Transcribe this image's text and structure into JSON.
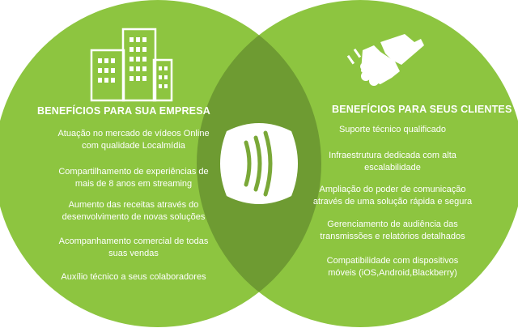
{
  "left": {
    "heading": "BENEFÍCIOS PARA SUA EMPRESA",
    "items": [
      {
        "line1": "Atuação no mercado de vídeos Online",
        "line2": "com qualidade Localmídia"
      },
      {
        "line1": "Compartilhamento de experiências de",
        "line2": "mais de 8 anos em streaming"
      },
      {
        "line1": "Aumento das receitas através do",
        "line2": "desenvolvimento de novas soluções"
      },
      {
        "line1": "Acompanhamento comercial de todas",
        "line2": "suas vendas"
      },
      {
        "line1": "Auxílio técnico a seus colaboradores",
        "line2": ""
      }
    ],
    "icon": "buildings-icon"
  },
  "right": {
    "heading": "BENEFÍCIOS PARA SEUS CLIENTES",
    "items": [
      {
        "line1": "Suporte técnico qualificado",
        "line2": ""
      },
      {
        "line1": "Infraestrutura dedicada com alta",
        "line2": "escalabilidade"
      },
      {
        "line1": "Ampliação do poder de comunicação",
        "line2": "através de uma solução rápida e segura"
      },
      {
        "line1": "Gerenciamento de audiência das",
        "line2": "transmissões e relatórios detalhados"
      },
      {
        "line1": "Compatibilidade com dispositivos",
        "line2": "móveis (iOS,Android,Blackberry)"
      }
    ],
    "icon": "handshake-icon"
  },
  "center": {
    "icon": "streaming-logo-icon"
  },
  "colors": {
    "circle": "#8dc540",
    "overlap": "#6e9b32",
    "text": "#ffffff"
  }
}
